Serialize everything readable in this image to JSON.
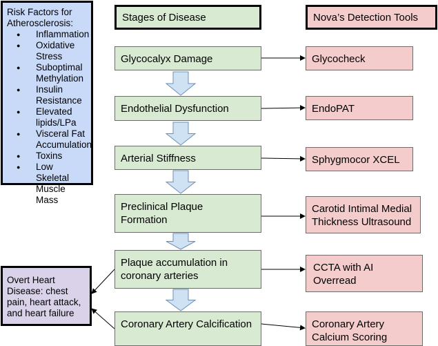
{
  "risk": {
    "title": "Risk Factors for Atherosclerosis:",
    "items": [
      "Inflammation",
      "Oxidative Stress",
      "Suboptimal Methylation",
      "Insulin Resistance",
      "Elevated lipids/LPa",
      "Visceral Fat Accumulation",
      "Toxins",
      "Low Skeletal Muscle Mass"
    ]
  },
  "headers": {
    "stages": "Stages of Disease",
    "tools": "Nova’s Detection Tools"
  },
  "stages": [
    "Glycocalyx Damage",
    "Endothelial Dysfunction",
    "Arterial Stiffness",
    "Preclinical Plaque Formation",
    "Plaque accumulation in coronary arteries",
    "Coronary Artery Calcification"
  ],
  "tools": [
    "Glycocheck",
    "EndoPAT",
    "Sphygmocor XCEL",
    "Carotid Intimal Medial Thickness Ultrasound",
    "CCTA with AI Overread",
    "Coronary Artery Calcium Scoring"
  ],
  "outcome": "Overt Heart Disease: chest pain, heart attack, and heart failure",
  "colors": {
    "stage_fill": "#d9ead3",
    "tool_fill": "#f4cccc",
    "risk_fill": "#c9daf8",
    "outcome_fill": "#d9d2e9",
    "down_arrow_fill": "#cfe2f3",
    "down_arrow_stroke": "#6d8fb5"
  }
}
